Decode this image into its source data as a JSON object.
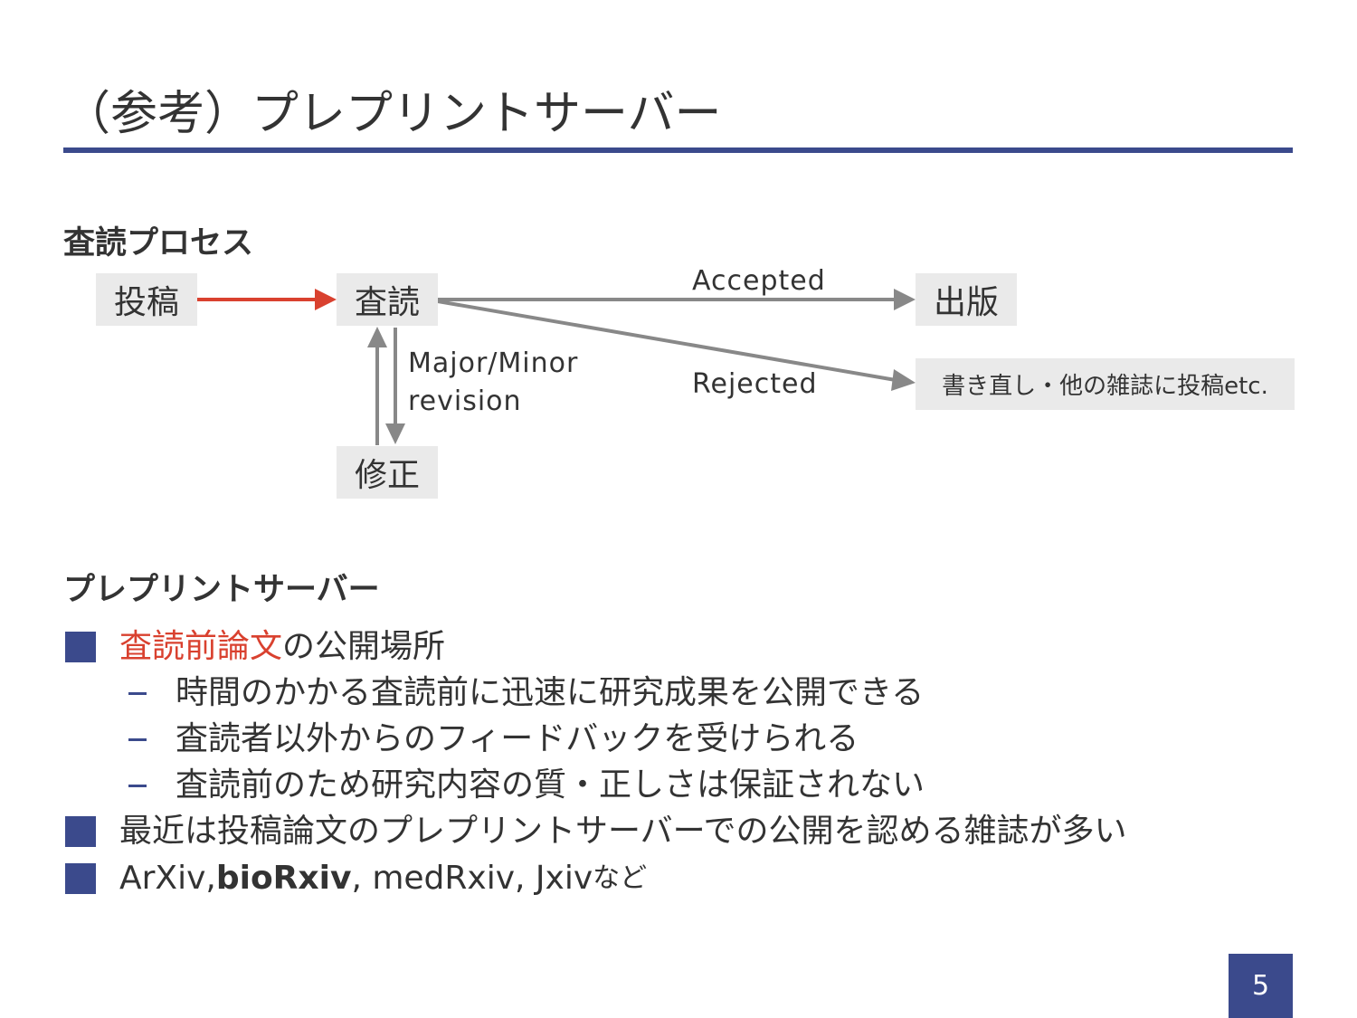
{
  "slide": {
    "title": "（参考）プレプリントサーバー",
    "page_number": "5"
  },
  "review": {
    "heading": "査読プロセス",
    "nodes": {
      "submit": "投稿",
      "review": "査読",
      "publish": "出版",
      "rewrite": "書き直し・他の雑誌に投稿etc.",
      "revise": "修正"
    },
    "labels": {
      "accepted": "Accepted",
      "rejected": "Rejected",
      "revision_line1": "Major/Minor",
      "revision_line2": "revision"
    },
    "colors": {
      "primary_arrow": "#d9412f",
      "arrow": "#888888",
      "node_bg": "#eaeaea"
    }
  },
  "preprint": {
    "heading": "プレプリントサーバー",
    "bullets": [
      {
        "highlight": "査読前論文",
        "rest": "の公開場所"
      },
      {
        "text": "最近は投稿論文のプレプリントサーバーでの公開を認める雑誌が多い"
      },
      {
        "t1": "ArXiv, ",
        "t2": "bioRxiv",
        "t3": ", medRxiv, Jxiv",
        "t4": " など"
      }
    ],
    "subbullets": [
      "時間のかかる査読前に迅速に研究成果を公開できる",
      "査読者以外からのフィードバックを受けられる",
      "査読前のため研究内容の質・正しさは保証されない"
    ]
  },
  "colors": {
    "accent": "#3b4a8c",
    "highlight": "#d9412f",
    "text": "#333333"
  }
}
